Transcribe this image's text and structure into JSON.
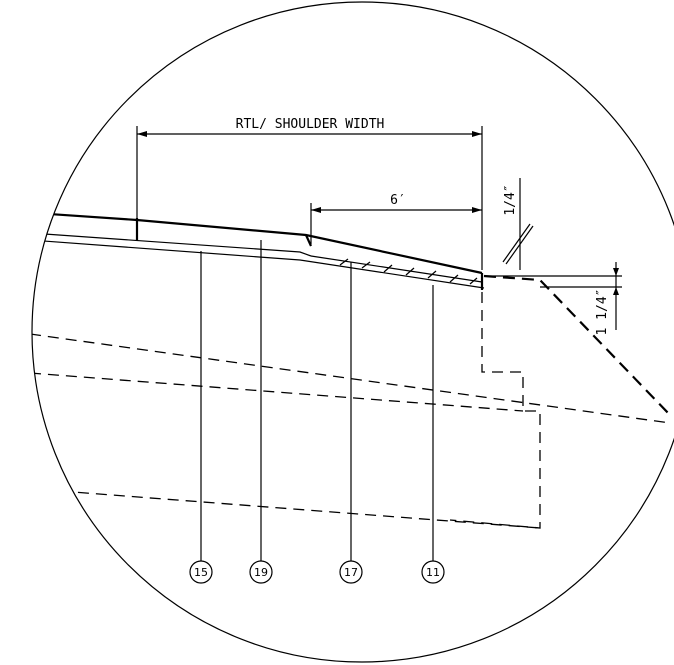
{
  "dimensions": {
    "overall_label": "RTL/ SHOULDER WIDTH",
    "taper_label": "6′",
    "upper_dim_label": "1/4″",
    "lower_dim_label": "1 1/4″"
  },
  "callouts": [
    {
      "id": "15"
    },
    {
      "id": "19"
    },
    {
      "id": "17"
    },
    {
      "id": "11"
    }
  ]
}
